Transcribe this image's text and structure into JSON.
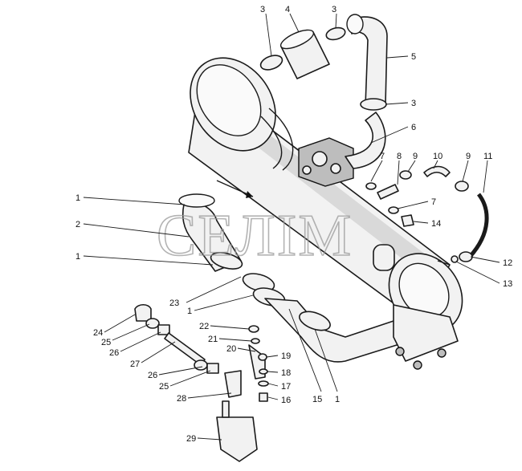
{
  "watermark": "СЕЛІМ",
  "callouts": [
    {
      "id": "c3a",
      "text": "3"
    },
    {
      "id": "c4",
      "text": "4"
    },
    {
      "id": "c3b",
      "text": "3"
    },
    {
      "id": "c5",
      "text": "5"
    },
    {
      "id": "c3c",
      "text": "3"
    },
    {
      "id": "c6",
      "text": "6"
    },
    {
      "id": "c7a",
      "text": "7"
    },
    {
      "id": "c8",
      "text": "8"
    },
    {
      "id": "c9a",
      "text": "9"
    },
    {
      "id": "c10",
      "text": "10"
    },
    {
      "id": "c9b",
      "text": "9"
    },
    {
      "id": "c11",
      "text": "11"
    },
    {
      "id": "c7b",
      "text": "7"
    },
    {
      "id": "c14",
      "text": "14"
    },
    {
      "id": "c12",
      "text": "12"
    },
    {
      "id": "c13",
      "text": "13"
    },
    {
      "id": "c1a",
      "text": "1"
    },
    {
      "id": "c2",
      "text": "2"
    },
    {
      "id": "c1b",
      "text": "1"
    },
    {
      "id": "c23",
      "text": "23"
    },
    {
      "id": "c1c",
      "text": "1"
    },
    {
      "id": "c22",
      "text": "22"
    },
    {
      "id": "c21",
      "text": "21"
    },
    {
      "id": "c20",
      "text": "20"
    },
    {
      "id": "c19",
      "text": "19"
    },
    {
      "id": "c18",
      "text": "18"
    },
    {
      "id": "c17",
      "text": "17"
    },
    {
      "id": "c16",
      "text": "16"
    },
    {
      "id": "c15",
      "text": "15"
    },
    {
      "id": "c1d",
      "text": "1"
    },
    {
      "id": "c24",
      "text": "24"
    },
    {
      "id": "c25a",
      "text": "25"
    },
    {
      "id": "c26a",
      "text": "26"
    },
    {
      "id": "c27",
      "text": "27"
    },
    {
      "id": "c26b",
      "text": "26"
    },
    {
      "id": "c25b",
      "text": "25"
    },
    {
      "id": "c28",
      "text": "28"
    },
    {
      "id": "c29",
      "text": "29"
    }
  ]
}
